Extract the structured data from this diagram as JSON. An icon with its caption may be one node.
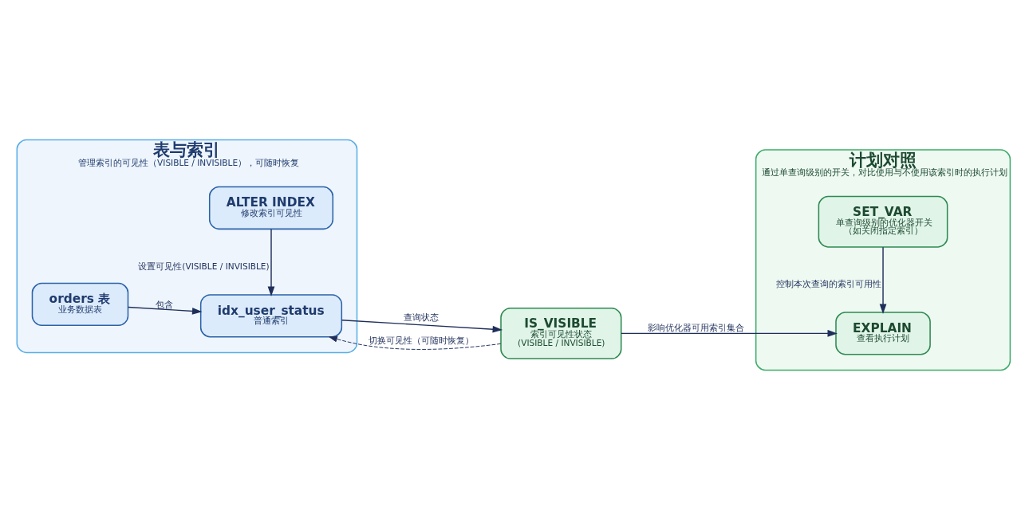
{
  "diagram": {
    "nodes": [
      {
        "text": [
          "表与索引",
          "管理索引的可见性（VISIBLE / INVISIBLE），可随时恢复"
        ]
      },
      {
        "text": [
          "orders 表",
          "业务数据表"
        ],
        "in": 0
      },
      {
        "text": [
          "idx_user_status",
          "普通索引"
        ],
        "in": 0
      },
      {
        "text": [
          "ALTER INDEX",
          "修改索引可见性"
        ],
        "in": 0
      },
      {
        "text": [
          "计划对照",
          "通过单查询级别的开关，对比使用与不使用该索引时的执行计划"
        ]
      },
      {
        "text": [
          "IS_VISIBLE",
          "索引可见性状态",
          "(VISIBLE / INVISIBLE)"
        ]
      },
      {
        "text": [
          "EXPLAIN",
          "查看执行计划"
        ],
        "in": 4
      },
      {
        "text": [
          "SET_VAR",
          "单查询级别的优化器开关",
          "（如关闭指定索引）"
        ],
        "in": 4
      }
    ],
    "edges": [
      {
        "from": 1,
        "to": 2,
        "arrow": "to",
        "label": "包含"
      },
      {
        "from": 2,
        "to": 5,
        "arrow": "to",
        "label": "查询状态"
      },
      {
        "from": 5,
        "to": 2,
        "arrow": "to",
        "label": "切换可见性（可随时恢复）",
        "style": "dashed"
      },
      {
        "from": 3,
        "to": 2,
        "arrow": "to",
        "label": "设置可见性(VISIBLE / INVISIBLE)"
      },
      {
        "from": 5,
        "to": 6,
        "arrow": "to",
        "label": "影响优化器可用索引集合"
      },
      {
        "from": 7,
        "to": 6,
        "arrow": "to",
        "label": "控制本次查询的索引可用性"
      }
    ]
  }
}
